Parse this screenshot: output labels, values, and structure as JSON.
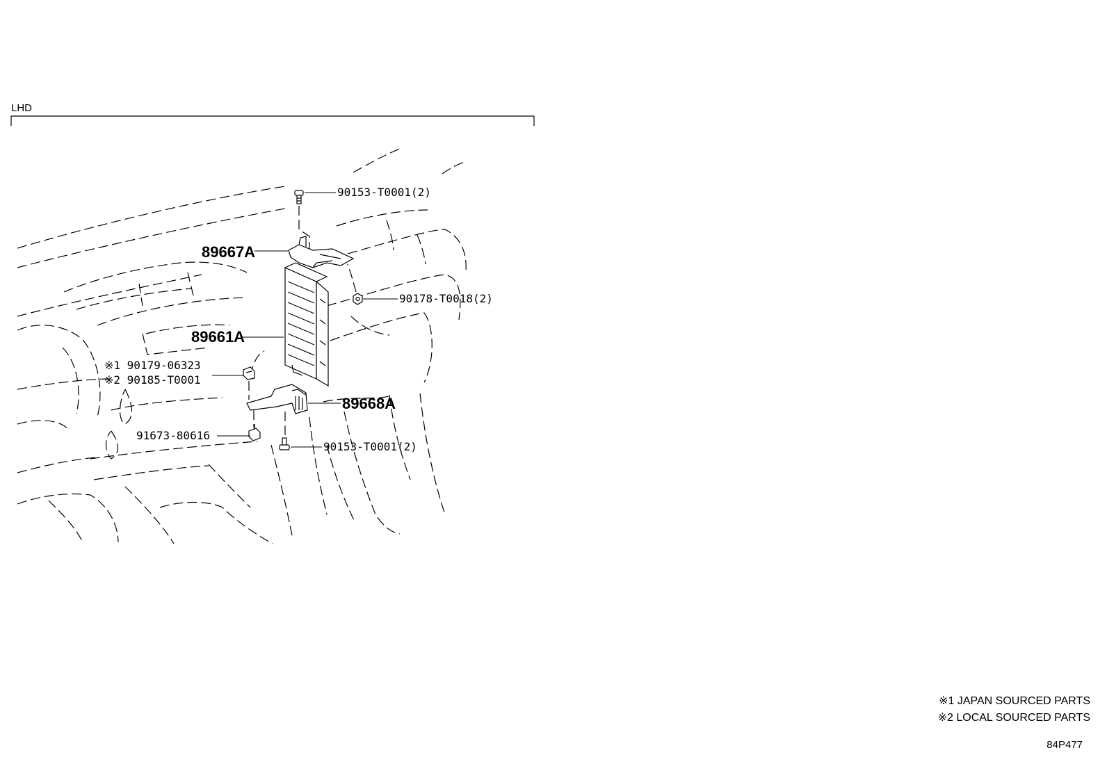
{
  "section_label": "LHD",
  "callouts": {
    "bolt_top": "90153-T0001(2)",
    "bracket_upper": "89667A",
    "nut_right": "90178-T0018(2)",
    "ecu": "89661A",
    "clip_japan": "※1 90179-06323",
    "clip_local": "※2 90185-T0001",
    "bracket_lower": "89668A",
    "screw_lower": "91673-80616",
    "bolt_bottom": "90153-T0001(2)"
  },
  "notes": {
    "note1": "※1 JAPAN SOURCED PARTS",
    "note2": "※2 LOCAL SOURCED PARTS"
  },
  "illustration_code": "84P477"
}
